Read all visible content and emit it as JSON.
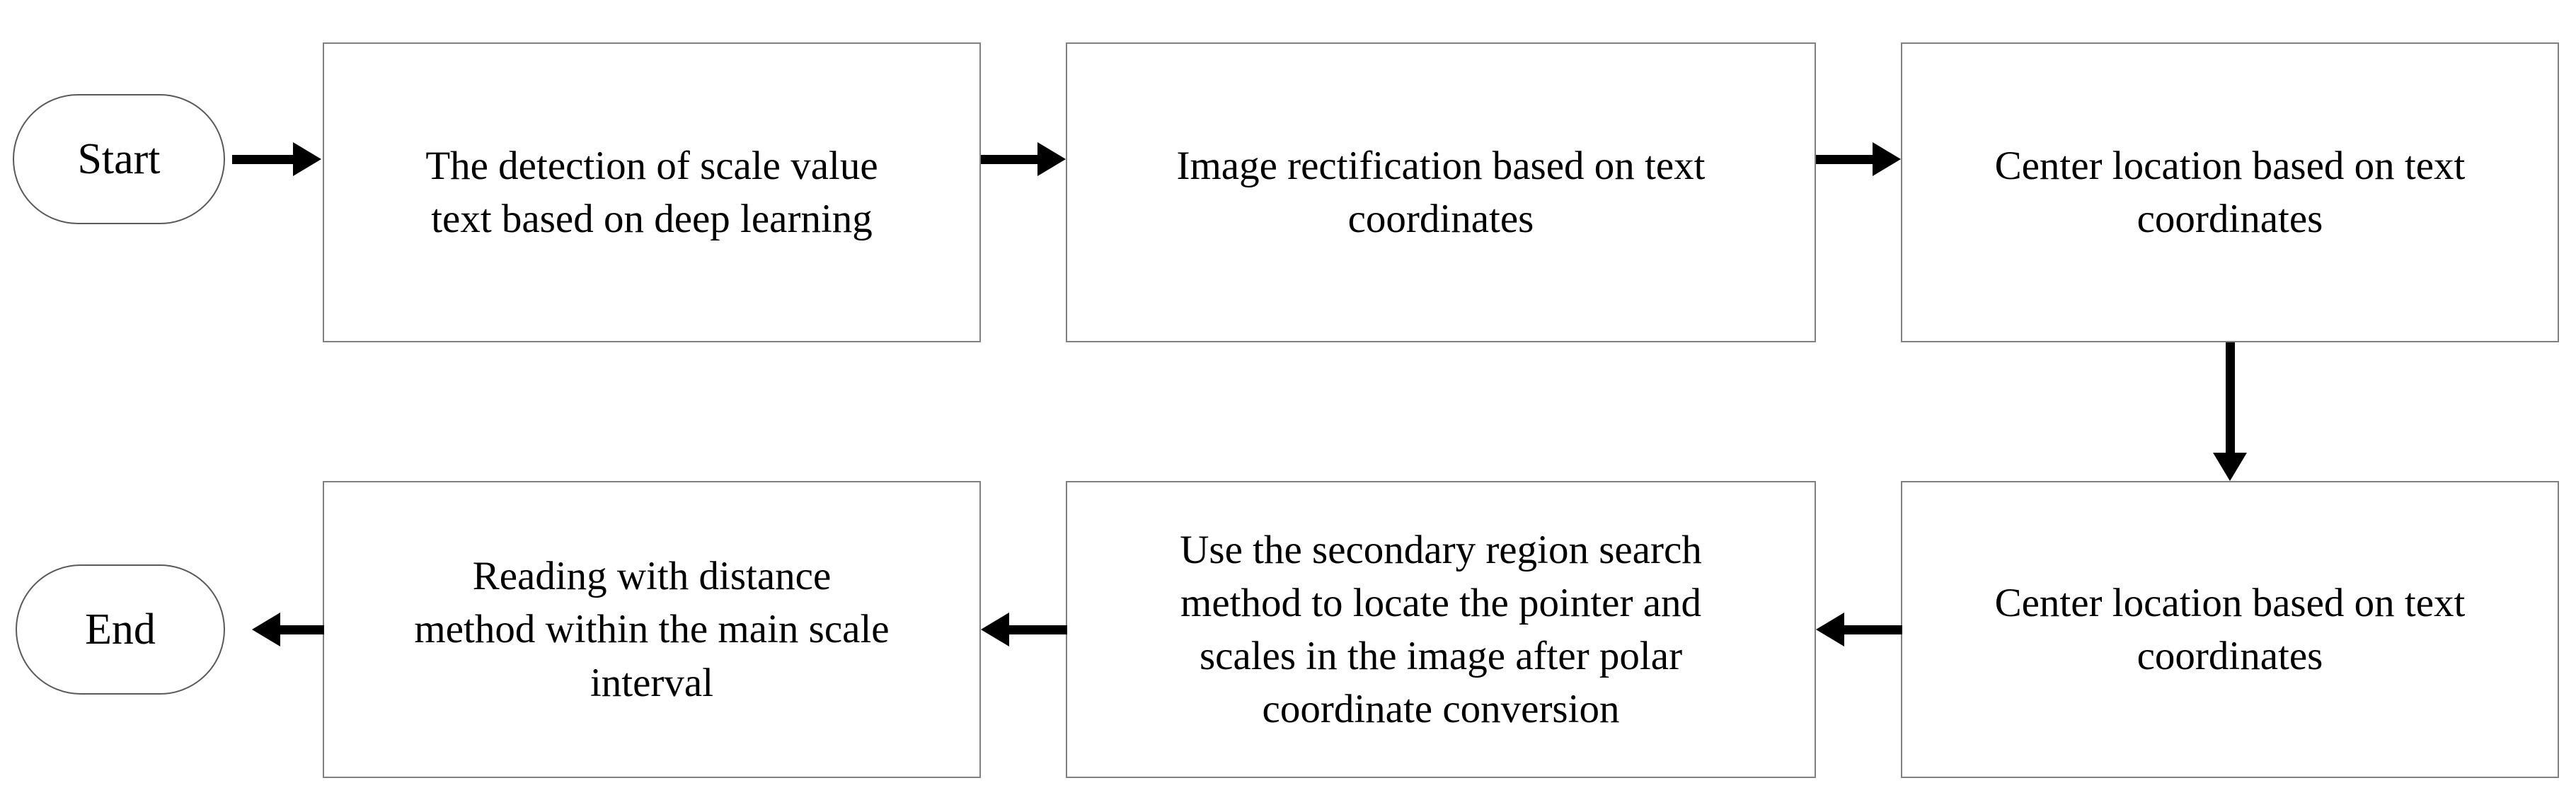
{
  "diagram": {
    "type": "flowchart",
    "orientation": "serpentine-two-row",
    "background_color": "#ffffff",
    "line_color": "#000000",
    "box_border_color": "#808080",
    "text_color": "#000000",
    "nodes": [
      {
        "id": "start",
        "shape": "terminator",
        "label": "Start"
      },
      {
        "id": "step1",
        "shape": "process",
        "label": "The detection of scale value\ntext  based on deep learning"
      },
      {
        "id": "step2",
        "shape": "process",
        "label": "Image rectification based on text\ncoordinates"
      },
      {
        "id": "step3",
        "shape": "process",
        "label": "Center location based on text\ncoordinates"
      },
      {
        "id": "step4",
        "shape": "process",
        "label": "Center location based on text\ncoordinates"
      },
      {
        "id": "step5",
        "shape": "process",
        "label": "Use the secondary region search\nmethod to locate the pointer and\nscales  in the image after polar\ncoordinate conversion"
      },
      {
        "id": "step6",
        "shape": "process",
        "label": "Reading with distance\nmethod within the main scale\ninterval"
      },
      {
        "id": "end",
        "shape": "terminator",
        "label": "End"
      }
    ],
    "edges": [
      {
        "id": "e1",
        "from": "start",
        "to": "step1",
        "direction": "right"
      },
      {
        "id": "e2",
        "from": "step1",
        "to": "step2",
        "direction": "right"
      },
      {
        "id": "e3",
        "from": "step2",
        "to": "step3",
        "direction": "right"
      },
      {
        "id": "e4",
        "from": "step3",
        "to": "step4",
        "direction": "down"
      },
      {
        "id": "e5",
        "from": "step4",
        "to": "step5",
        "direction": "left"
      },
      {
        "id": "e6",
        "from": "step5",
        "to": "step6",
        "direction": "left"
      },
      {
        "id": "e7",
        "from": "step6",
        "to": "end",
        "direction": "left"
      }
    ]
  }
}
